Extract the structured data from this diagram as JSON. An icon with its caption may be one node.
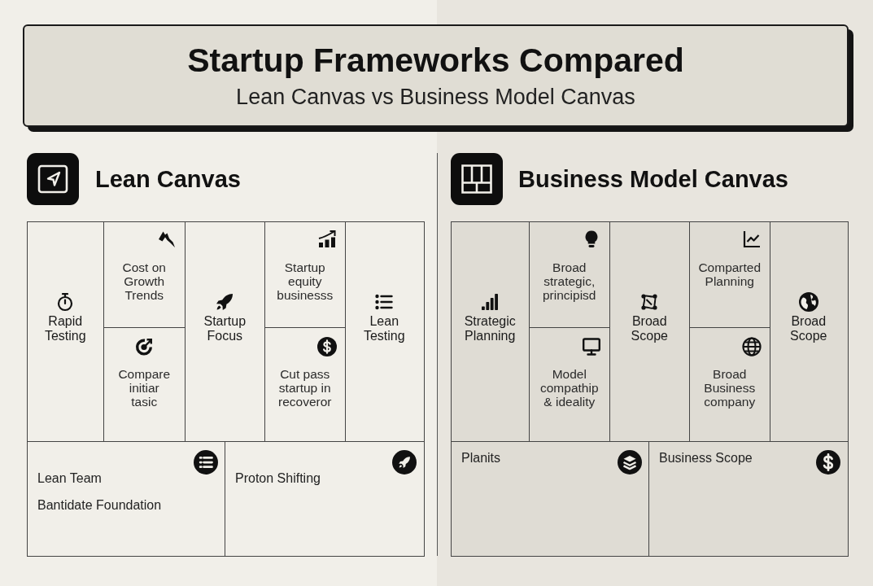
{
  "diagram": {
    "title": "Startup Frameworks Compared",
    "nodes": [
      {
        "text": [
          "Lean Canvas"
        ]
      },
      {
        "text": [
          "Rapid Testing"
        ],
        "in": 0
      },
      {
        "text": [
          "Cost on Growth Trends"
        ],
        "in": 0
      },
      {
        "text": [
          "Compare initiar tasic"
        ],
        "in": 0
      },
      {
        "text": [
          "Startup Focus"
        ],
        "in": 0
      },
      {
        "text": [
          "Startup equity businesss"
        ],
        "in": 0
      },
      {
        "text": [
          "Cut pass startup in recoveror"
        ],
        "in": 0
      },
      {
        "text": [
          "Lean Testing"
        ],
        "in": 0
      },
      {
        "text": [
          "Lean Team",
          "Bantidate Foundation"
        ],
        "in": 0
      },
      {
        "text": [
          "Proton Shifting"
        ],
        "in": 0
      },
      {
        "text": [
          "Business Model Canvas"
        ]
      },
      {
        "text": [
          "Strategic Planning"
        ],
        "in": 10
      },
      {
        "text": [
          "Broad strategic, principisd"
        ],
        "in": 10
      },
      {
        "text": [
          "Model compathip & ideality"
        ],
        "in": 10
      },
      {
        "text": [
          "Broad Scope"
        ],
        "in": 10
      },
      {
        "text": [
          "Comparted Planning"
        ],
        "in": 10
      },
      {
        "text": [
          "Broad Business company"
        ],
        "in": 10
      },
      {
        "text": [
          "Broad Scope"
        ],
        "in": 10
      },
      {
        "text": [
          "Planits"
        ],
        "in": 10
      },
      {
        "text": [
          "Business Scope"
        ],
        "in": 10
      }
    ],
    "labels": [
      "Lean Canvas vs Business Model Canvas"
    ]
  }
}
